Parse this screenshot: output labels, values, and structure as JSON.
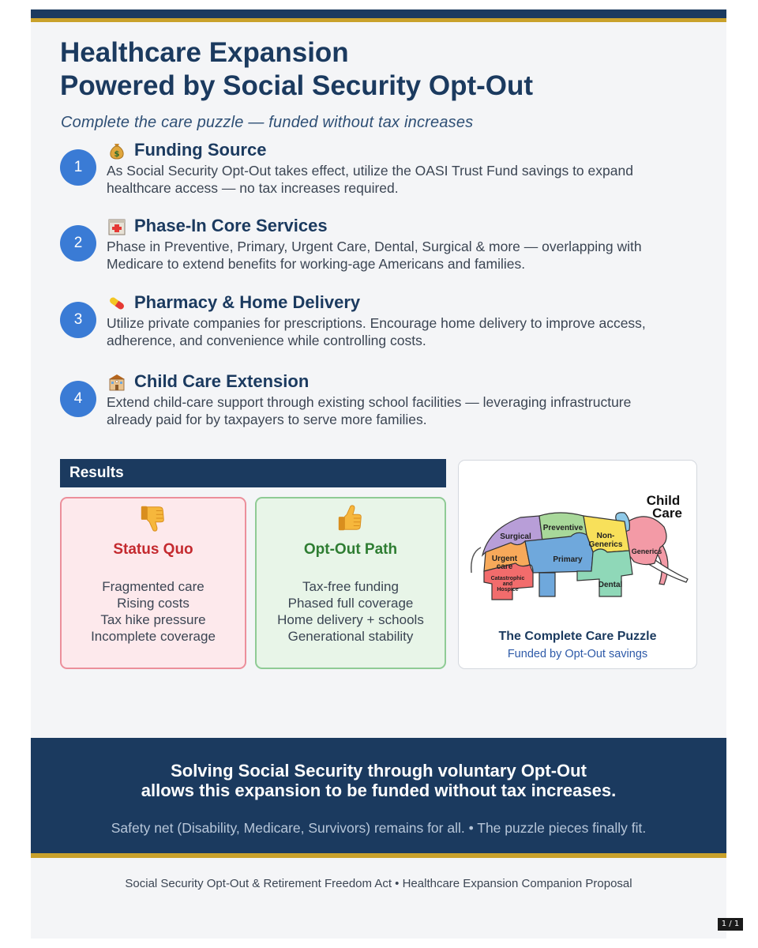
{
  "title": {
    "line1": "Healthcare Expansion",
    "line2": "Powered by Social Security Opt-Out"
  },
  "subtitle": "Complete the care puzzle — funded without tax increases",
  "steps": [
    {
      "number": "1",
      "icon": "money-bag-icon",
      "heading": "Funding Source",
      "body": "As Social Security Opt-Out takes effect, utilize the OASI Trust Fund savings to expand healthcare access — no tax increases required."
    },
    {
      "number": "2",
      "icon": "hospital-icon",
      "heading": "Phase-In Core Services",
      "body": "Phase in Preventive, Primary, Urgent Care, Dental, Surgical & more — overlapping with Medicare to extend benefits for working-age Americans and families."
    },
    {
      "number": "3",
      "icon": "pill-icon",
      "heading": "Pharmacy & Home Delivery",
      "body": "Utilize private companies for prescriptions. Encourage home delivery to improve access, adherence, and convenience while controlling costs."
    },
    {
      "number": "4",
      "icon": "school-icon",
      "heading": "Child Care Extension",
      "body": "Extend child-care support through existing school facilities — leveraging infrastructure already paid for by taxpayers to serve more families."
    }
  ],
  "results": {
    "header": "Results",
    "status_quo": {
      "icon": "thumbs-down-icon",
      "title": "Status Quo",
      "items": [
        "Fragmented care",
        "Rising costs",
        "Tax hike pressure",
        "Incomplete coverage"
      ]
    },
    "opt_out": {
      "icon": "thumbs-up-icon",
      "title": "Opt-Out Path",
      "items": [
        "Tax-free funding",
        "Phased full coverage",
        "Home delivery + schools",
        "Generational stability"
      ]
    }
  },
  "puzzle": {
    "labels": {
      "child_care_1": "Child",
      "child_care_2": "Care",
      "preventive": "Preventive",
      "surgical": "Surgical",
      "non_generics_1": "Non-",
      "non_generics_2": "Generics",
      "generics": "Generics",
      "urgent_1": "Urgent",
      "urgent_2": "care",
      "primary": "Primary",
      "catastrophic_1": "Catastrophic",
      "catastrophic_2": "and",
      "catastrophic_3": "Hospice",
      "dental": "Dental"
    },
    "caption_title": "The Complete Care Puzzle",
    "caption_sub": "Funded by Opt-Out savings"
  },
  "banner": {
    "line1": "Solving Social Security through voluntary Opt-Out",
    "line2": "allows this expansion to be funded without tax increases.",
    "sub": "Safety net (Disability, Medicare, Survivors) remains for all.  •  The puzzle pieces finally fit."
  },
  "footer": "Social Security Opt-Out & Retirement Freedom Act  •  Healthcare Expansion Companion Proposal",
  "page_indicator": "1 / 1",
  "colors": {
    "navy": "#1b3a5f",
    "gold": "#c9a12b",
    "step_blue": "#3a7bd5",
    "status_quo_red": "#c42a2f",
    "opt_out_green": "#2e7d32"
  }
}
